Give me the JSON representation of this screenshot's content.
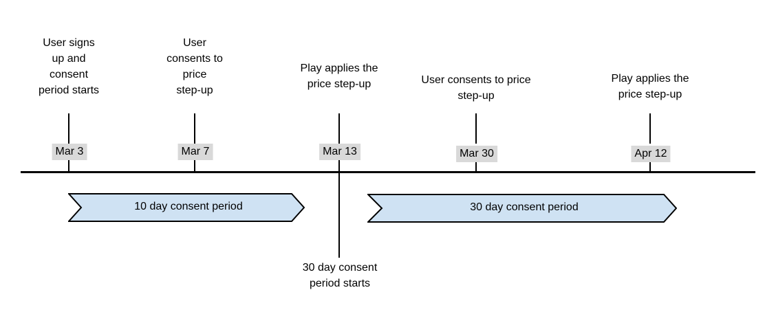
{
  "colors": {
    "banner_fill": "#cfe2f3",
    "chip_bg": "#d9d9d9",
    "line_color": "#000000",
    "text_color": "#000000"
  },
  "events": [
    {
      "label": "User signs\nup and\nconsent\nperiod starts",
      "date": "Mar 3"
    },
    {
      "label": "User\nconsents to\nprice\nstep-up",
      "date": "Mar 7"
    },
    {
      "label": "Play applies the\nprice step-up",
      "date": "Mar 13"
    },
    {
      "label": "User consents to price\nstep-up",
      "date": "Mar 30"
    },
    {
      "label": "Play applies the\nprice step-up",
      "date": "Apr 12"
    }
  ],
  "banners": [
    {
      "label": "10 day consent period"
    },
    {
      "label": "30 day consent period"
    }
  ],
  "note": {
    "text": "30 day consent\nperiod starts"
  }
}
